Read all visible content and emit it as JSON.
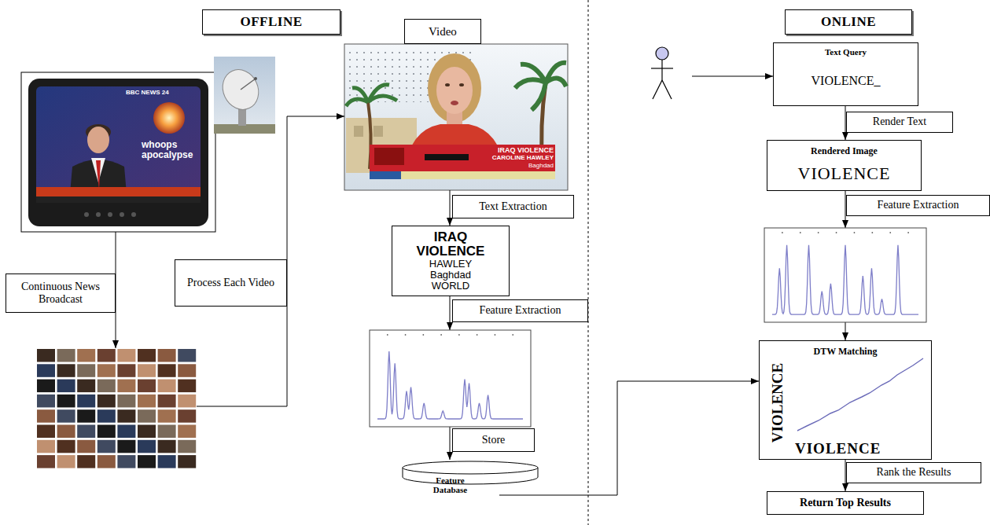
{
  "diagram": {
    "nodes": [
      {
        "text": [
          "OFFLINE"
        ]
      },
      {
        "text": [
          "Video"
        ]
      },
      {
        "text": [
          "Continuous News Broadcast"
        ]
      },
      {
        "text": [
          "Process Each Video"
        ]
      },
      {
        "text": [
          "Text Extraction"
        ]
      },
      {
        "text": [
          "IRAQ",
          "VIOLENCE",
          "HAWLEY",
          "Baghdad",
          "WORLD"
        ]
      },
      {
        "text": [
          "Feature Extraction"
        ]
      },
      {
        "text": [
          "Store"
        ]
      },
      {
        "text": [
          "Feature Database"
        ]
      },
      {
        "text": [
          "ONLINE"
        ]
      },
      {
        "text": [
          "Text Query",
          "VIOLENCE_"
        ]
      },
      {
        "text": [
          "Render Text"
        ]
      },
      {
        "text": [
          "Rendered Image",
          "VIOLENCE"
        ]
      },
      {
        "text": [
          "Feature Extraction"
        ]
      },
      {
        "text": [
          "DTW Matching",
          "VIOLENCE",
          "VIOLENCE"
        ]
      },
      {
        "text": [
          "Rank the Results"
        ]
      },
      {
        "text": [
          "Return Top Results"
        ]
      }
    ],
    "edges": [
      {
        "from": 1,
        "to": 5,
        "arrow": "to"
      },
      {
        "from": 10,
        "to": 12,
        "arrow": "to"
      },
      {
        "from": 8,
        "to": 14,
        "arrow": "to"
      },
      {
        "from": 14,
        "to": 16,
        "arrow": "to"
      }
    ],
    "labels": [
      "BBC NEWS 24",
      "whoops apocalypse",
      "IRAQ VIOLENCE",
      "CAROLINE HAWLEY",
      "Baghdad"
    ]
  }
}
